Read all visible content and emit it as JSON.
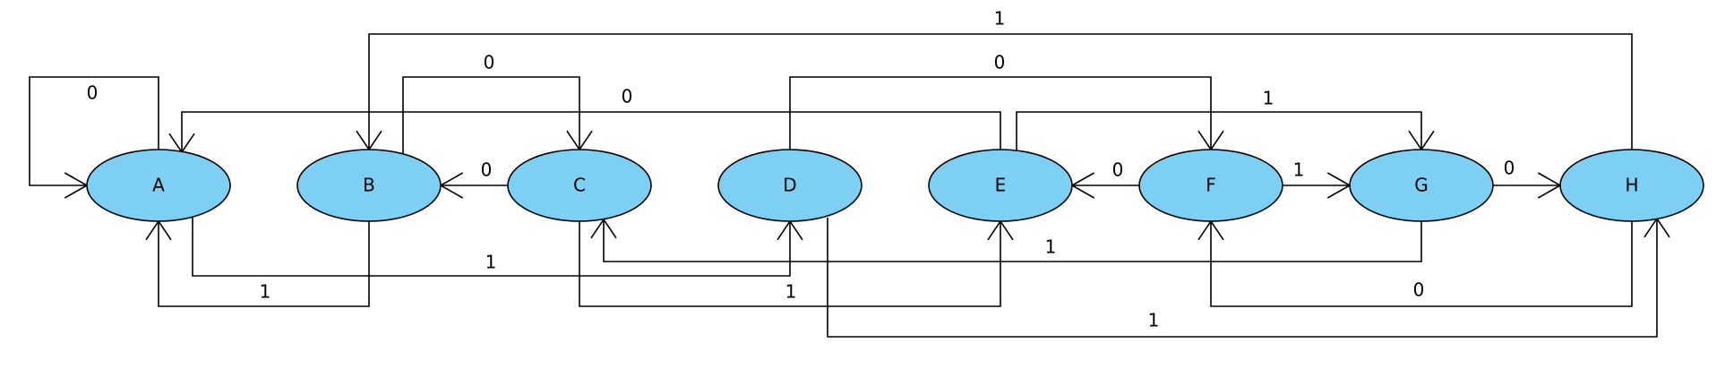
{
  "diagram": {
    "node_fill": "#7dcff3",
    "stroke": "#000000",
    "nodes": [
      {
        "id": "A",
        "label": "A"
      },
      {
        "id": "B",
        "label": "B"
      },
      {
        "id": "C",
        "label": "C"
      },
      {
        "id": "D",
        "label": "D"
      },
      {
        "id": "E",
        "label": "E"
      },
      {
        "id": "F",
        "label": "F"
      },
      {
        "id": "G",
        "label": "G"
      },
      {
        "id": "H",
        "label": "H"
      }
    ],
    "edges": [
      {
        "from": "A",
        "to": "A",
        "label": "0"
      },
      {
        "from": "A",
        "to": "D",
        "label": "1"
      },
      {
        "from": "B",
        "to": "C",
        "label": "0"
      },
      {
        "from": "B",
        "to": "A",
        "label": "1"
      },
      {
        "from": "C",
        "to": "B",
        "label": "0"
      },
      {
        "from": "C",
        "to": "E",
        "label": "1"
      },
      {
        "from": "D",
        "to": "F",
        "label": "0"
      },
      {
        "from": "D",
        "to": "H",
        "label": "1"
      },
      {
        "from": "E",
        "to": "A",
        "label": "0"
      },
      {
        "from": "E",
        "to": "G",
        "label": "1"
      },
      {
        "from": "F",
        "to": "E",
        "label": "0"
      },
      {
        "from": "F",
        "to": "G",
        "label": "1"
      },
      {
        "from": "G",
        "to": "H",
        "label": "0"
      },
      {
        "from": "G",
        "to": "C",
        "label": "1"
      },
      {
        "from": "H",
        "to": "F",
        "label": "0"
      },
      {
        "from": "H",
        "to": "B",
        "label": "1"
      }
    ]
  }
}
